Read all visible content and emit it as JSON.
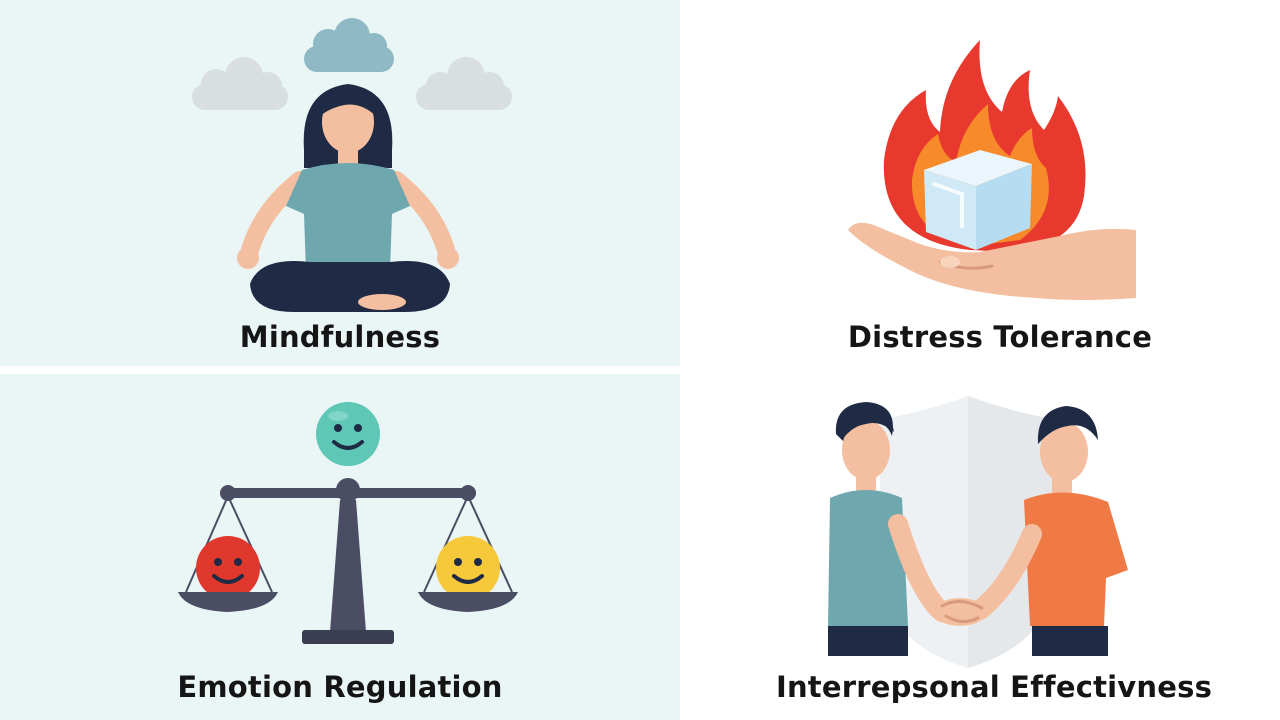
{
  "panels": {
    "mindfulness": {
      "title": "Mindfulness"
    },
    "distress": {
      "title": "Distress Tolerance"
    },
    "emotion": {
      "title": "Emotion Regulation"
    },
    "interpersonal": {
      "title": "Interrepsonal Effectivness"
    }
  },
  "colors": {
    "panel_bg": "#eaf6f6",
    "shirt_teal": "#6fa7ae",
    "shirt_orange": "#f07a45",
    "navy": "#1f2a44",
    "skin": "#f4bfa0",
    "fire_red": "#e8392e",
    "fire_orange": "#f78a2a",
    "ice_blue": "#cfe9f7",
    "scale_gray": "#4a4d63",
    "face_teal": "#5fc7b6",
    "face_red": "#e1382e",
    "face_yellow": "#f5c93a"
  }
}
